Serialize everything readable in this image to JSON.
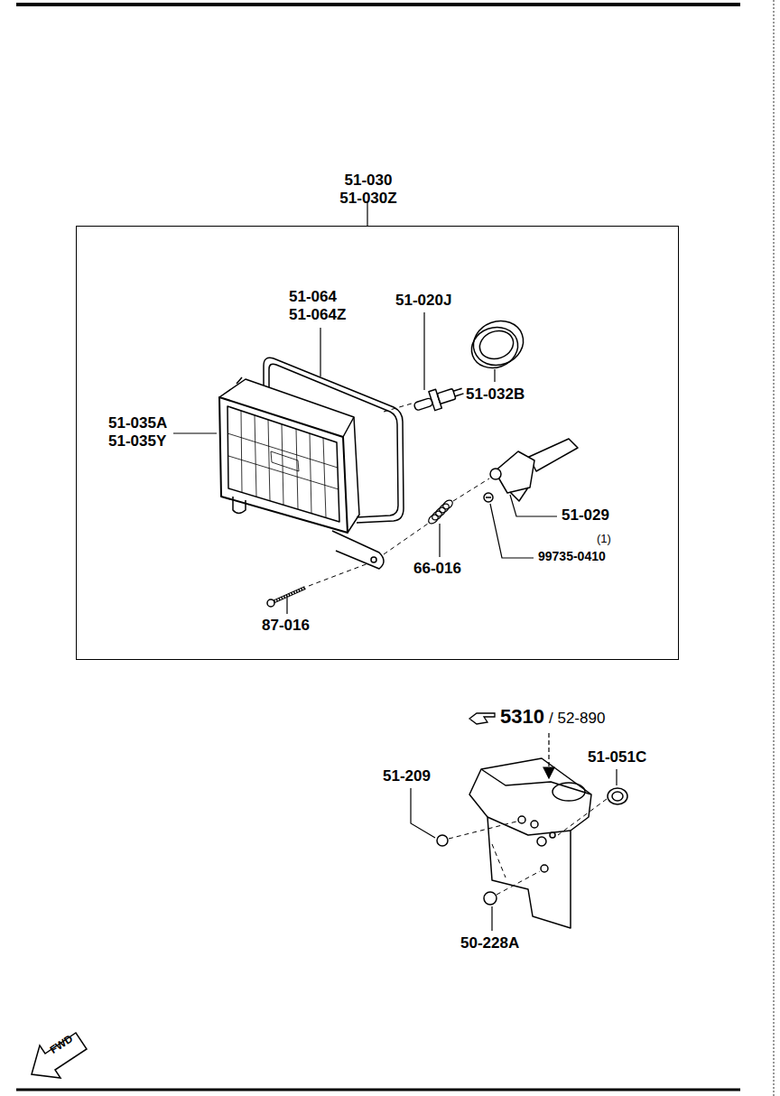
{
  "diagram": {
    "nodes": [
      {
        "text": [
          "51-030",
          "51-030Z"
        ]
      }
    ],
    "labels": [
      "51-064",
      "51-064Z",
      "51-020J",
      "51-035A",
      "51-035Y",
      "51-032B",
      "51-029",
      "(1)",
      "99735-0410",
      "66-016",
      "87-016",
      "5310",
      "/ 52-890",
      "51-209",
      "51-051C",
      "50-228A",
      "FWD"
    ]
  }
}
